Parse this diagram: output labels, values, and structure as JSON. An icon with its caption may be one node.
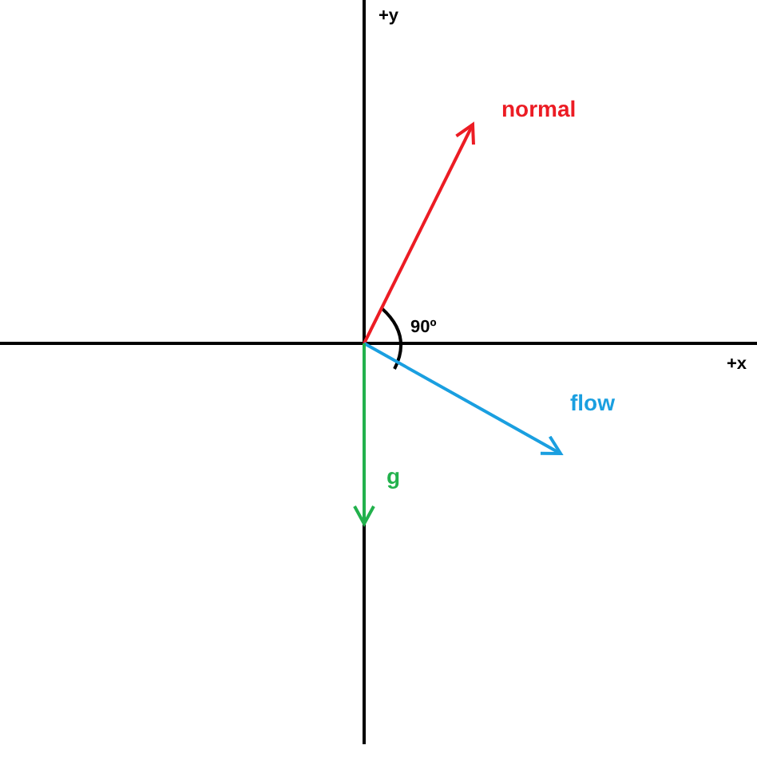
{
  "diagram": {
    "nodes": [
      {
        "text": [
          "normal"
        ]
      },
      {
        "text": [
          "flow"
        ]
      },
      {
        "text": [
          "g"
        ]
      }
    ],
    "edges": [
      {
        "from": null,
        "to": 0,
        "arrow": "to",
        "color": "#ec1c24"
      },
      {
        "from": null,
        "to": 1,
        "arrow": "to",
        "color": "#1a9fe0"
      },
      {
        "from": null,
        "to": 2,
        "arrow": "to",
        "color": "#22b14c"
      }
    ],
    "labels": [
      "+y",
      "90º",
      "+x"
    ]
  }
}
